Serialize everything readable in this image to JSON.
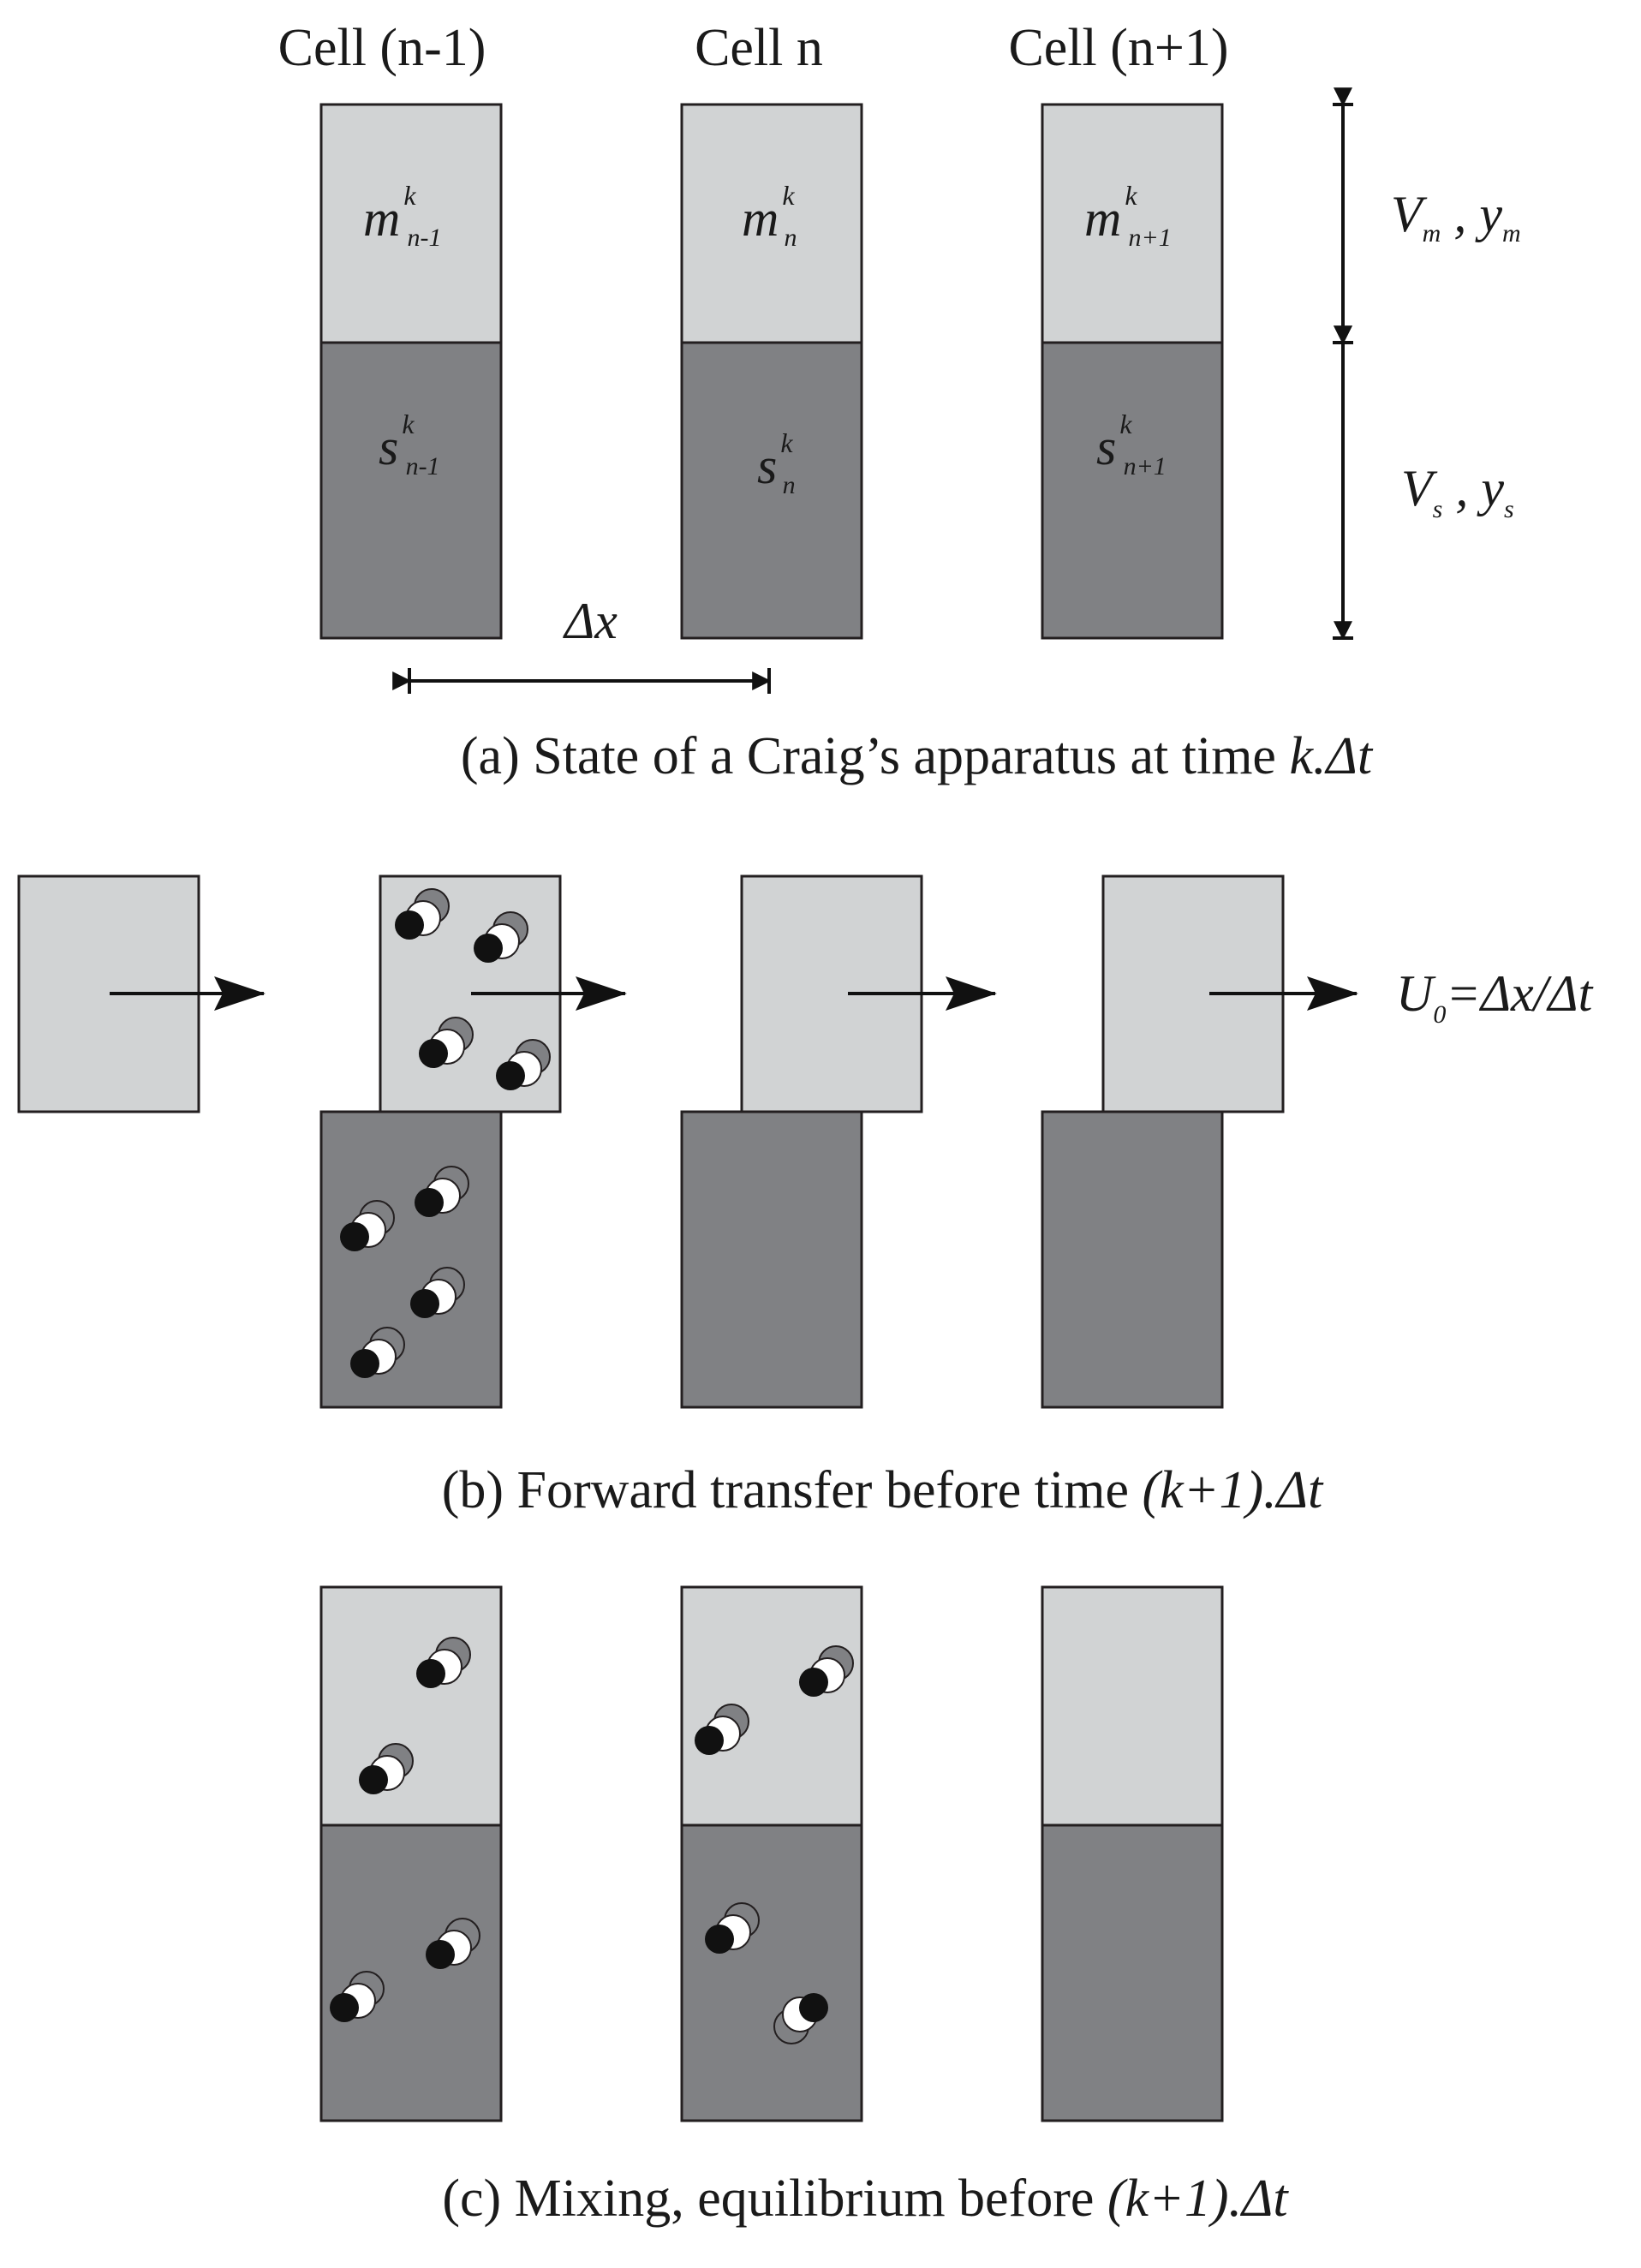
{
  "panel_a": {
    "cell_headers": [
      "Cell (n-1)",
      "Cell n",
      "Cell (n+1)"
    ],
    "mobile_labels": [
      {
        "base": "m",
        "sup": "k",
        "sub": "n-1"
      },
      {
        "base": "m",
        "sup": "k",
        "sub": "n"
      },
      {
        "base": "m",
        "sup": "k",
        "sub": "n+1"
      }
    ],
    "stationary_labels": [
      {
        "base": "s",
        "sup": "k",
        "sub": "n-1"
      },
      {
        "base": "s",
        "sup": "k",
        "sub": "n"
      },
      {
        "base": "s",
        "sup": "k",
        "sub": "n+1"
      }
    ],
    "mobile_volume": {
      "V": "V",
      "V_sub": "m",
      "sep": " , ",
      "y": "y",
      "y_sub": "m"
    },
    "stationary_volume": {
      "V": "V",
      "V_sub": "s",
      "sep": " , ",
      "y": "y",
      "y_sub": "s"
    },
    "dx_label": "Δx",
    "caption_plain": "(a) State of a Craig’s apparatus at time ",
    "caption_italic": "k.Δt"
  },
  "panel_b": {
    "velocity": {
      "U": "U",
      "U_sub": "0",
      "rest": "=Δx/Δt"
    },
    "caption_plain": "(b) Forward transfer before time ",
    "caption_italic": "(k+1).Δt"
  },
  "panel_c": {
    "caption_plain": "(c) Mixing, equilibrium before ",
    "caption_italic": "(k+1).Δt"
  },
  "colors": {
    "mobile_phase": "#d1d3d4",
    "stationary_phase": "#808184",
    "outline": "#231f20"
  }
}
